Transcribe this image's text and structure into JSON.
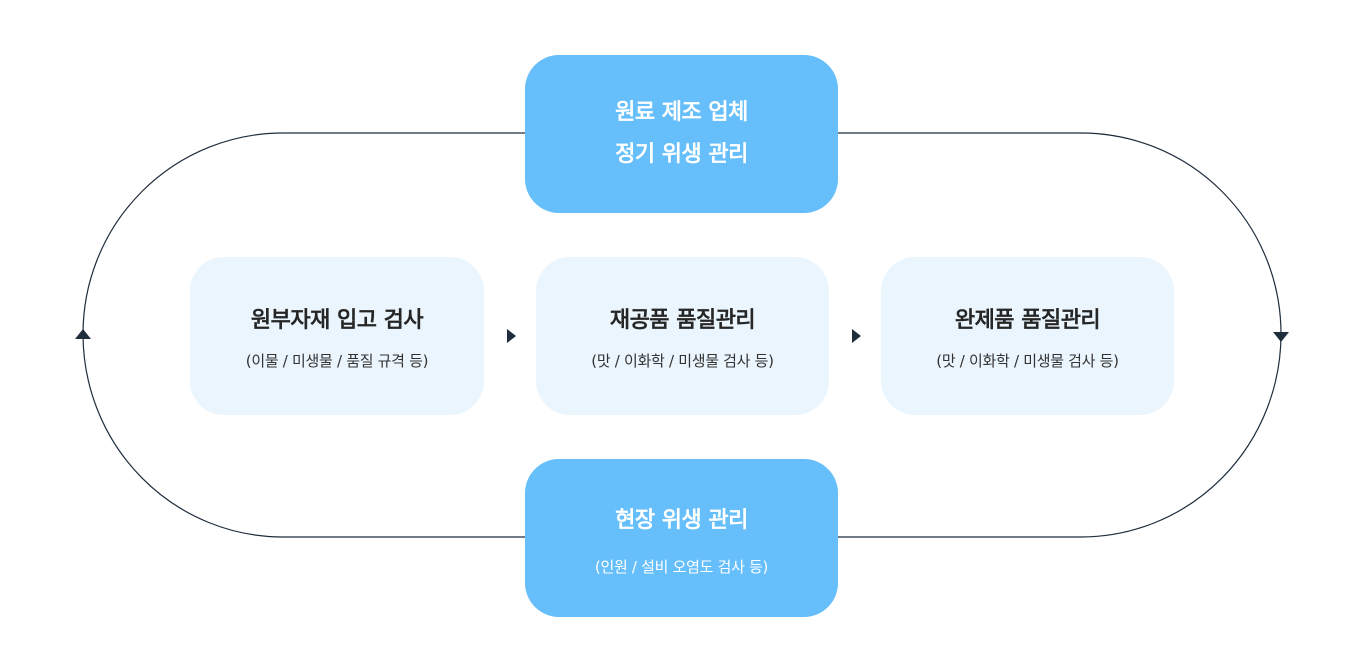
{
  "diagram": {
    "top": {
      "line1": "원료 제조 업체",
      "line2": "정기 위생 관리"
    },
    "steps": [
      {
        "title": "원부자재 입고 검사",
        "subtitle": "(이물 / 미생물 / 품질 규격 등)"
      },
      {
        "title": "재공품 품질관리",
        "subtitle": "(맛 / 이화학 / 미생물 검사 등)"
      },
      {
        "title": "완제품 품질관리",
        "subtitle": "(맛 / 이화학 / 미생물 검사 등)"
      }
    ],
    "bottom": {
      "title": "현장 위생 관리",
      "subtitle": "(인원 / 설비 오염도 검사 등)"
    },
    "colors": {
      "primary_box": "#66bffb",
      "secondary_box": "#eaf5fd",
      "loop_line": "#1f2d3d",
      "text_dark": "#262626"
    },
    "icons": [
      "step-arrow-icon",
      "loop-arrow-down-icon",
      "loop-arrow-up-icon"
    ]
  }
}
